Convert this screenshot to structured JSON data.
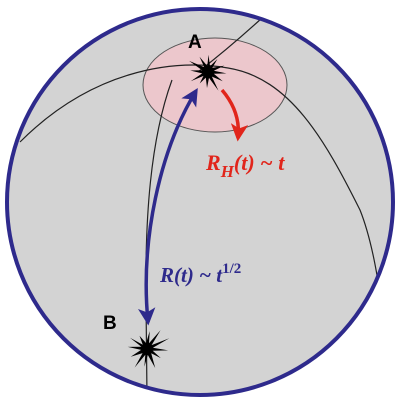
{
  "points": {
    "a": "A",
    "b": "B"
  },
  "labels": {
    "horizon": {
      "symbol": "R",
      "subscript": "H",
      "rest": "(t) ~ t"
    },
    "diffusion": {
      "symbol": "R",
      "rest": "(t) ~ t",
      "exponent": "1/2"
    }
  },
  "colors": {
    "sphere_fill": "#d3d3d3",
    "sphere_outline": "#2e2a8c",
    "horizon_fill": "#ecc7cc",
    "horizon_arrow": "#e1251b",
    "diffusion_arrow": "#2e2a8c",
    "meridians": "#222222",
    "star": "#000000"
  }
}
